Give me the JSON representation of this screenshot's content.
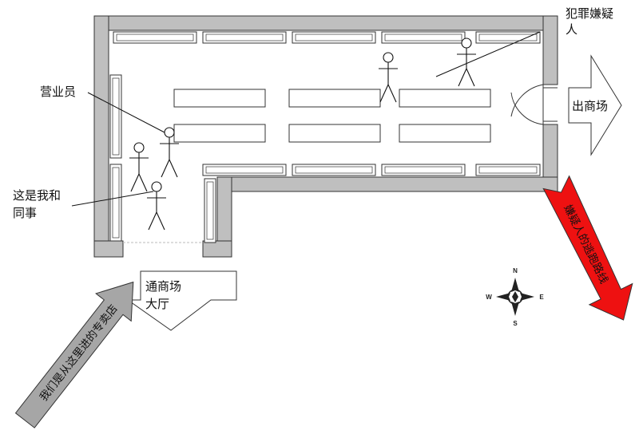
{
  "labels": {
    "suspect": "犯罪嫌疑人",
    "clerk": "营业员",
    "me_and_colleague": "这是我和同事",
    "exit_mall": "出商场",
    "to_hall": "通商场大厅",
    "entry_path": "我们是从这里进的专卖店",
    "escape_path": "嫌疑人的逃跑路线"
  },
  "compass": {
    "n": "N",
    "e": "E",
    "s": "S",
    "w": "W"
  },
  "colors": {
    "wall": "#bfbfbf",
    "entry_arrow": "#a6a6a6",
    "escape_arrow": "#ee1111",
    "line": "#111111"
  }
}
